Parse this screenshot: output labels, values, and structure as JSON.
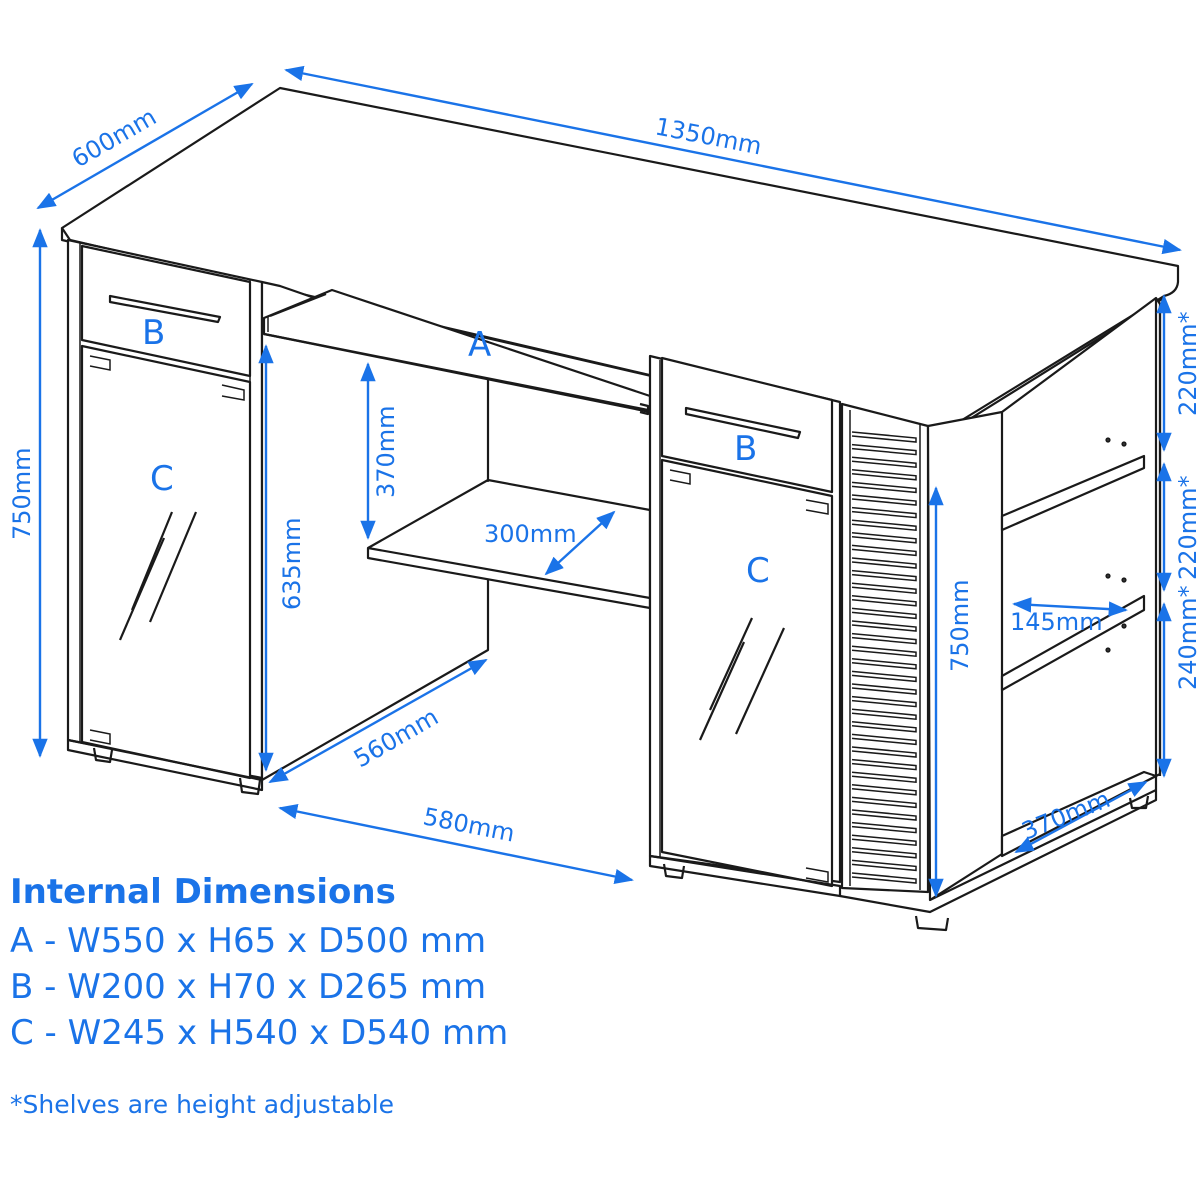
{
  "dimensions": {
    "depth": "600mm",
    "width": "1350mm",
    "height_total": "750mm",
    "shelf_height": "370mm",
    "shelf_depth": "300mm",
    "pedestal_height": "635mm",
    "leg_depth": "560mm",
    "gap_width": "580mm",
    "right_height": "750mm",
    "shelf_width": "145mm",
    "shelf_top": "220mm*",
    "shelf_mid": "220mm*",
    "shelf_bottom": "240mm*",
    "base_depth": "370mm"
  },
  "labels": {
    "a": "A",
    "b_left": "B",
    "b_right": "B",
    "c_left": "C",
    "c_right": "C"
  },
  "internal": {
    "heading": "Internal Dimensions",
    "rows": [
      "A - W550 x H65 x D500 mm",
      "B - W200 x H70 x D265 mm",
      "C - W245 x H540 x D540 mm"
    ],
    "footnote": "*Shelves are height adjustable"
  },
  "colors": {
    "accent": "#1a73e8",
    "line": "#1a1a1a"
  }
}
